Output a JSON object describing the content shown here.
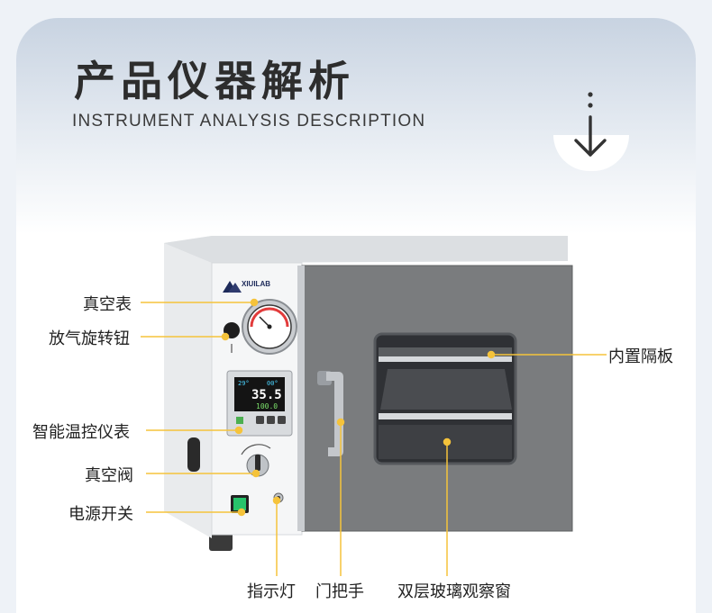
{
  "header": {
    "title": "产品仪器解析",
    "subtitle": "INSTRUMENT ANALYSIS DESCRIPTION"
  },
  "device": {
    "brand": "XIUILAB",
    "display_top": "29°",
    "display_top_right": "00°",
    "display_main": "35.5",
    "display_set": "100.0"
  },
  "callouts": {
    "vacuum_gauge": "真空表",
    "vent_knob": "放气旋转钮",
    "temp_controller": "智能温控仪表",
    "vacuum_valve": "真空阀",
    "power_switch": "电源开关",
    "shelf": "内置隔板",
    "indicator_light": "指示灯",
    "door_handle": "门把手",
    "glass_window": "双层玻璃观察窗"
  },
  "colors": {
    "accent": "#f5c33b",
    "door": "#7a7c7e",
    "body": "#f3f4f5"
  }
}
